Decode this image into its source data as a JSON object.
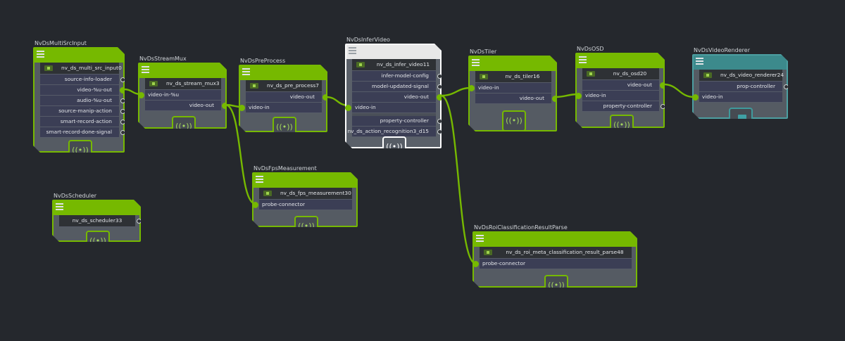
{
  "colors": {
    "accent": "#76b900",
    "background": "#25282d",
    "selected": "#ffffff",
    "renderer": "#4c9fa1"
  },
  "nodes": {
    "src": {
      "title": "NvDsMultiSrcInput",
      "name": "nv_ds_multi_src_input0",
      "ports": [
        "source-info-loader",
        "video-%u-out",
        "audio-%u-out",
        "source-manip-action",
        "smart-record-action",
        "smart-record-done-signal"
      ]
    },
    "mux": {
      "title": "NvDsStreamMux",
      "name": "nv_ds_stream_mux3",
      "in": "video-in-%u",
      "out": "video-out"
    },
    "pre": {
      "title": "NvDsPreProcess",
      "name": "nv_ds_pre_process7",
      "out": "video-out",
      "in": "video-in"
    },
    "infer": {
      "title": "NvDsInferVideo",
      "name": "nv_ds_infer_video11",
      "ports": [
        "infer-model-config",
        "model-updated-signal",
        "video-out"
      ],
      "in": "video-in",
      "ports2": [
        "property-controller",
        "nv_ds_action_recognition3_d15"
      ]
    },
    "tiler": {
      "title": "NvDsTiler",
      "name": "nv_ds_tiler16",
      "in": "video-in",
      "out": "video-out"
    },
    "osd": {
      "title": "NvDsOSD",
      "name": "nv_ds_osd20",
      "out": "video-out",
      "in": "video-in",
      "ctrl": "property-controller"
    },
    "render": {
      "title": "NvDsVideoRenderer",
      "name": "nv_ds_video_renderer24",
      "ctrl": "prop-controller",
      "in": "video-in"
    },
    "fps": {
      "title": "NvDsFpsMeasurement",
      "name": "nv_ds_fps_measurement30",
      "in": "probe-connector"
    },
    "sched": {
      "title": "NvDsScheduler",
      "name": "nv_ds_scheduler33"
    },
    "roi": {
      "title": "NvDsRoiClassificationResultParse",
      "name": "nv_ds_roi_meta_classification_result_parse48",
      "in": "probe-connector"
    }
  },
  "icons": {
    "component": "broadcast-icon",
    "renderer": "display-icon",
    "header": "grip-icon"
  },
  "broadcast_glyph": "((•))"
}
